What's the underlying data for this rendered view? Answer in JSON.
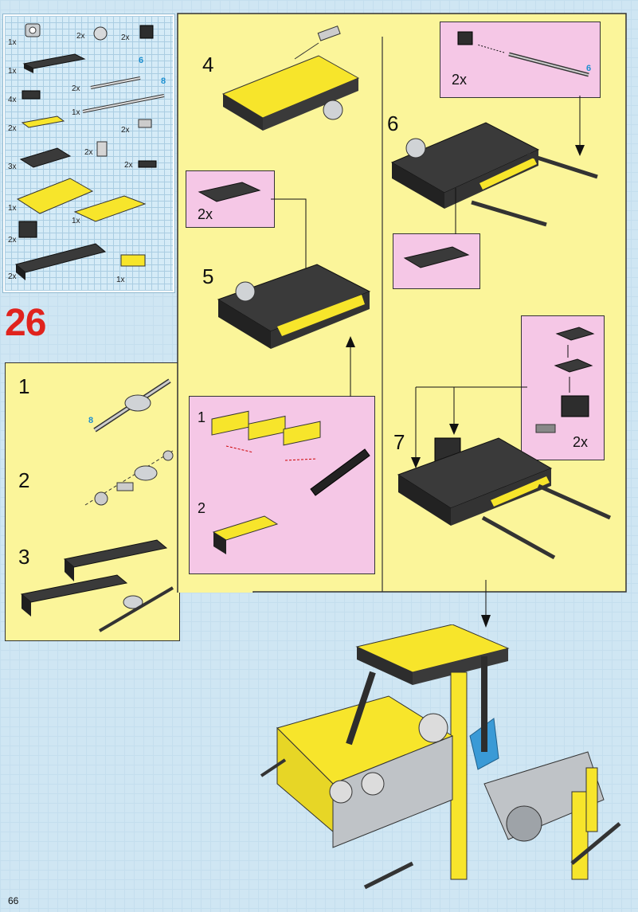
{
  "page_number": "66",
  "step_set": "26",
  "inventory": {
    "qty": [
      "1x",
      "2x",
      "2x",
      "1x",
      "2x",
      "4x",
      "1x",
      "2x",
      "2x",
      "2x",
      "3x",
      "2x",
      "1x",
      "1x",
      "2x",
      "2x",
      "1x"
    ],
    "axle_labels": [
      "6",
      "8"
    ]
  },
  "substeps_left": {
    "labels": [
      "1",
      "2",
      "3"
    ],
    "axle_label": "8"
  },
  "steps": {
    "s4": "4",
    "s5": "5",
    "s6": "6",
    "s7": "7"
  },
  "callouts": {
    "plate_2x": "2x",
    "axle_2x": "2x",
    "axle_label": "6",
    "stack_2x": "2x",
    "sub1": "1",
    "sub2": "2"
  },
  "colors": {
    "yellow": "#fbf59a",
    "pink": "#f5c7e6",
    "red": "#e0231d",
    "blue": "#1c8fd0"
  }
}
